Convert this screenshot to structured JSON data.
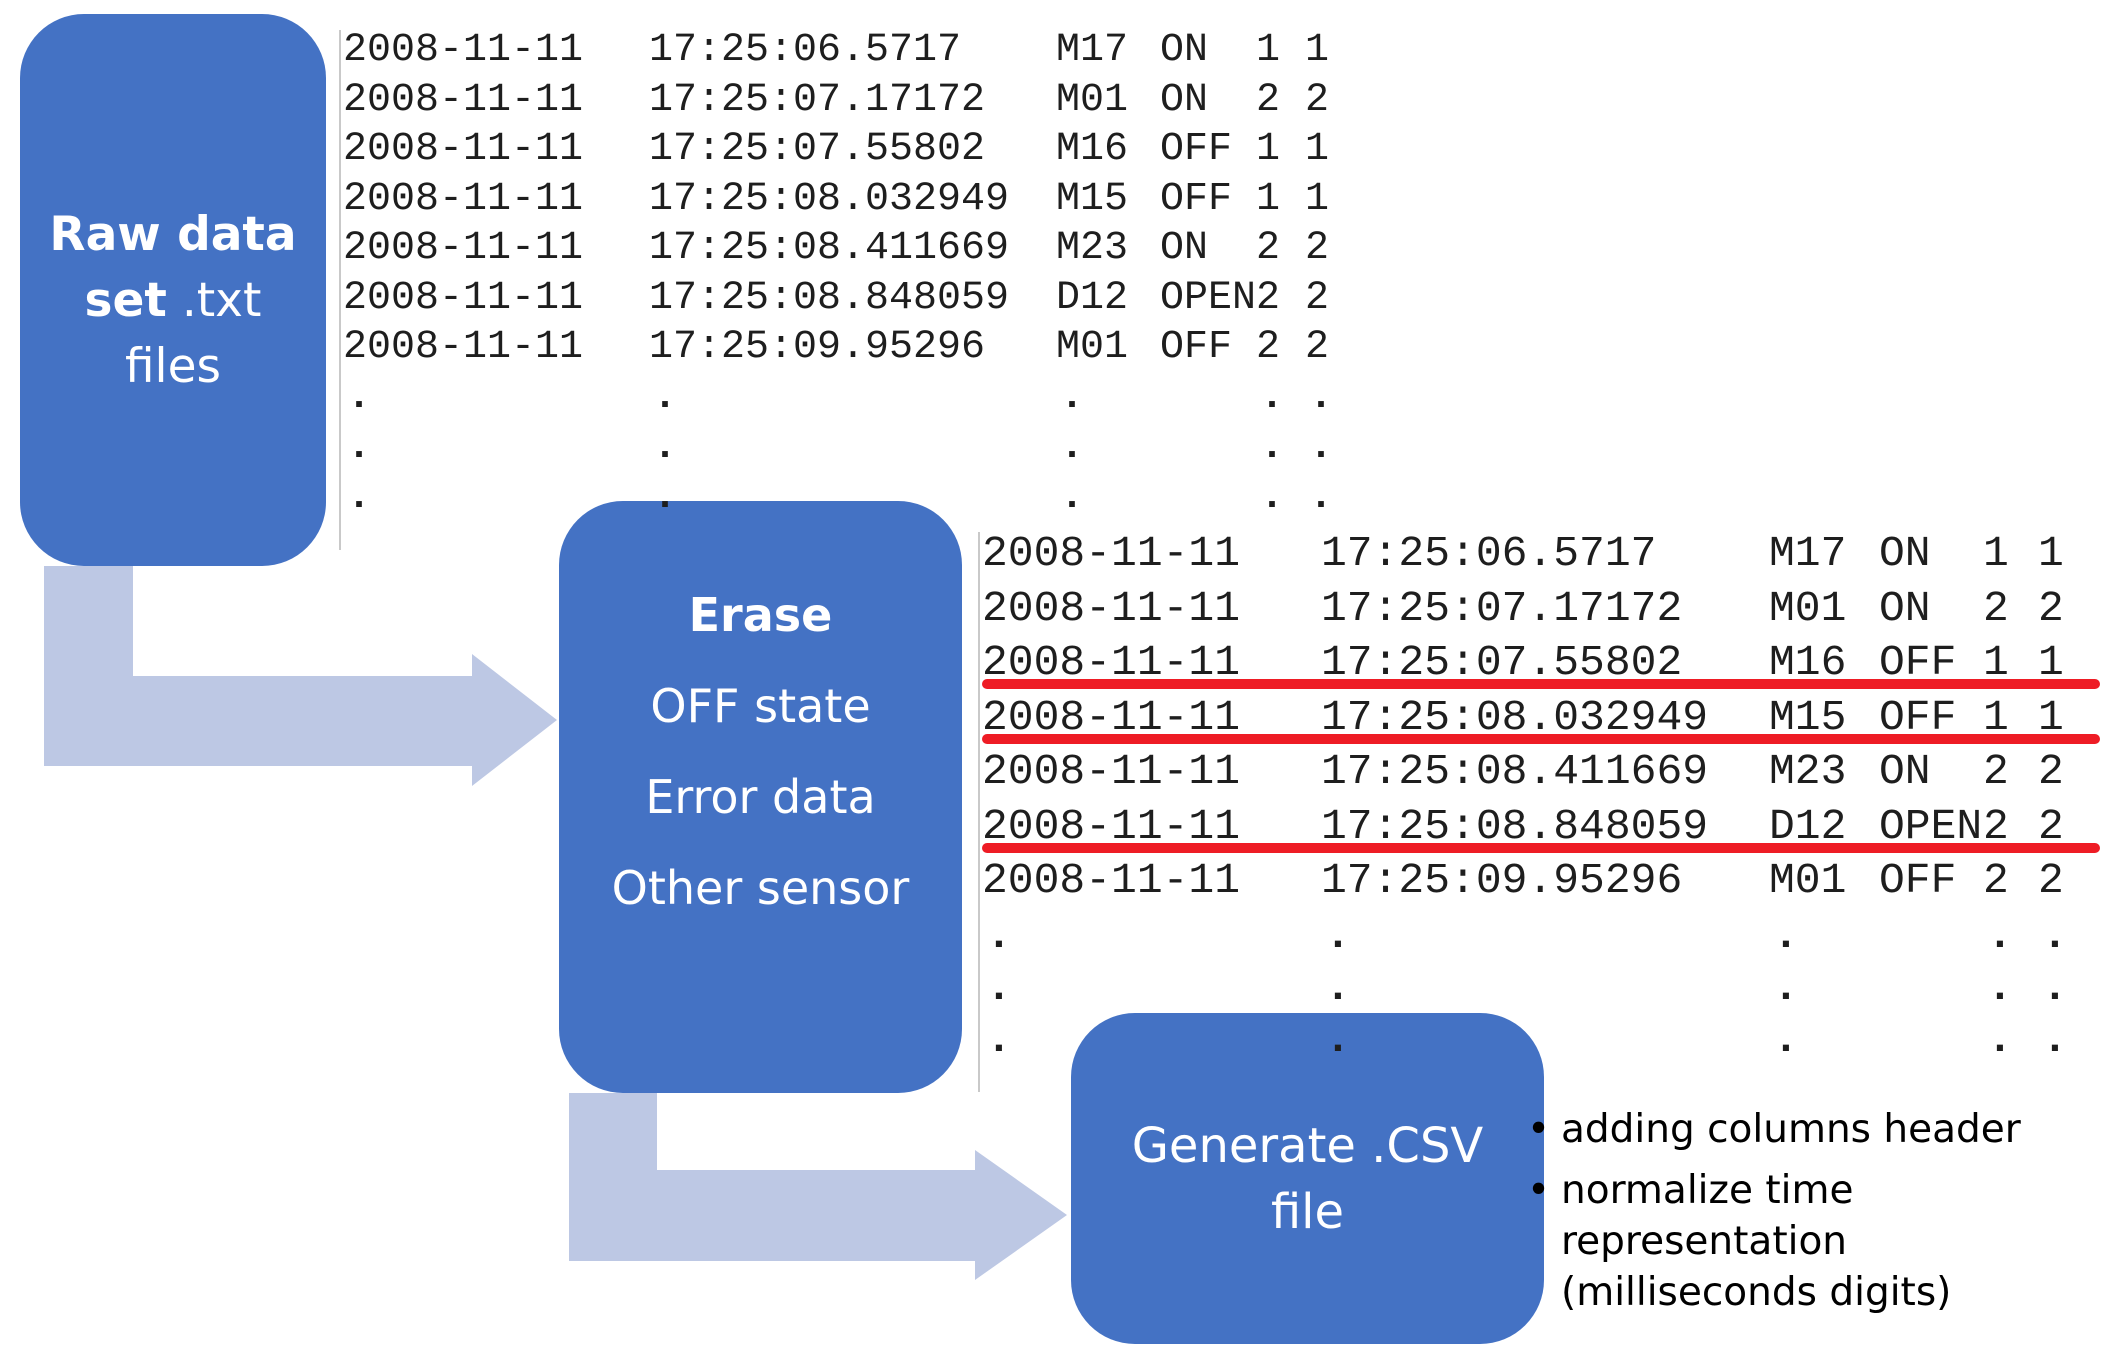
{
  "colors": {
    "box_fill": "#4472c4",
    "box_text": "#ffffff",
    "arrow_fill": "#bdc8e4",
    "strike_line": "#ee1c25",
    "log_text": "#1e1e1e"
  },
  "boxes": {
    "raw": {
      "line1": "Raw data",
      "line2_bold": "set",
      "line2_rest": " .txt",
      "line3": "files"
    },
    "erase": {
      "title": "Erase",
      "items": [
        "OFF state",
        "Error data",
        "Other sensor"
      ]
    },
    "csv": {
      "line1": "Generate .CSV",
      "line2": "file"
    }
  },
  "raw_log": {
    "rows": [
      {
        "date": "2008-11-11",
        "time": "17:25:06.5717",
        "sensor": "M17",
        "state": "ON",
        "v1": "1",
        "v2": "1"
      },
      {
        "date": "2008-11-11",
        "time": "17:25:07.17172",
        "sensor": "M01",
        "state": "ON",
        "v1": "2",
        "v2": "2"
      },
      {
        "date": "2008-11-11",
        "time": "17:25:07.55802",
        "sensor": "M16",
        "state": "OFF",
        "v1": "1",
        "v2": "1"
      },
      {
        "date": "2008-11-11",
        "time": "17:25:08.032949",
        "sensor": "M15",
        "state": "OFF",
        "v1": "1",
        "v2": "1"
      },
      {
        "date": "2008-11-11",
        "time": "17:25:08.411669",
        "sensor": "M23",
        "state": "ON",
        "v1": "2",
        "v2": "2"
      },
      {
        "date": "2008-11-11",
        "time": "17:25:08.848059",
        "sensor": "D12",
        "state": "OPEN",
        "v1": "2",
        "v2": "2"
      },
      {
        "date": "2008-11-11",
        "time": "17:25:09.95296",
        "sensor": "M01",
        "state": "OFF",
        "v1": "2",
        "v2": "2"
      }
    ],
    "ellipsis": "."
  },
  "clean_log": {
    "rows": [
      {
        "date": "2008-11-11",
        "time": "17:25:06.5717",
        "sensor": "M17",
        "state": "ON",
        "v1": "1",
        "v2": "1",
        "struck": false
      },
      {
        "date": "2008-11-11",
        "time": "17:25:07.17172",
        "sensor": "M01",
        "state": "ON",
        "v1": "2",
        "v2": "2",
        "struck": false
      },
      {
        "date": "2008-11-11",
        "time": "17:25:07.55802",
        "sensor": "M16",
        "state": "OFF",
        "v1": "1",
        "v2": "1",
        "struck": true
      },
      {
        "date": "2008-11-11",
        "time": "17:25:08.032949",
        "sensor": "M15",
        "state": "OFF",
        "v1": "1",
        "v2": "1",
        "struck": true
      },
      {
        "date": "2008-11-11",
        "time": "17:25:08.411669",
        "sensor": "M23",
        "state": "ON",
        "v1": "2",
        "v2": "2",
        "struck": false
      },
      {
        "date": "2008-11-11",
        "time": "17:25:08.848059",
        "sensor": "D12",
        "state": "OPEN",
        "v1": "2",
        "v2": "2",
        "struck": true
      },
      {
        "date": "2008-11-11",
        "time": "17:25:09.95296",
        "sensor": "M01",
        "state": "OFF",
        "v1": "2",
        "v2": "2",
        "struck": false
      }
    ],
    "ellipsis": "."
  },
  "csv_notes": {
    "bullet": "•",
    "items": [
      "adding columns header",
      "normalize time representation (milliseconds digits)"
    ]
  }
}
